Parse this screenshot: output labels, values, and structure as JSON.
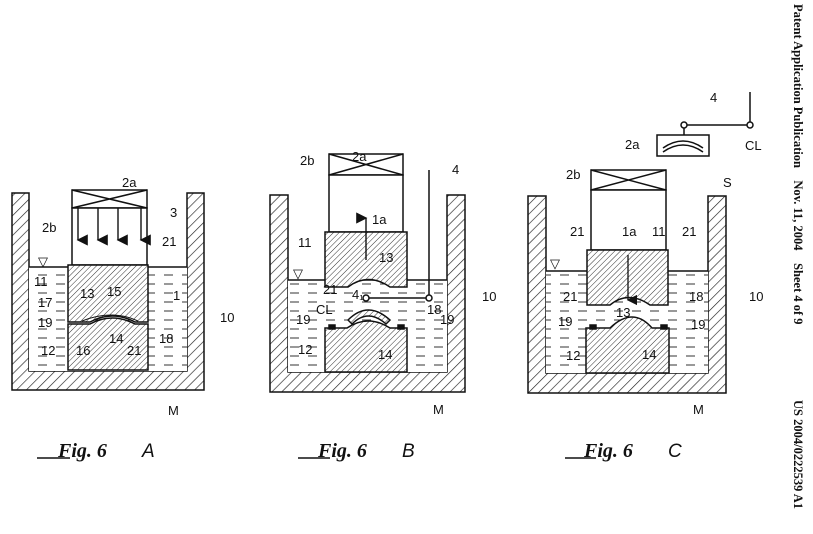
{
  "header": {
    "publication": "Patent Application Publication",
    "date": "Nov. 11, 2004",
    "sheet": "Sheet 4 of 9",
    "number": "US 2004/0222539 A1"
  },
  "figures": [
    {
      "caption_prefix": "Fig. 6",
      "caption_letter": "A",
      "labels": [
        "2a",
        "3",
        "2b",
        "21",
        "▽",
        "11",
        "13",
        "15",
        "1",
        "17",
        "10",
        "19",
        "14",
        "18",
        "12",
        "16",
        "21",
        "M"
      ]
    },
    {
      "caption_prefix": "Fig. 6",
      "caption_letter": "B",
      "labels": [
        "2a",
        "2b",
        "4",
        "1a",
        "11",
        "13",
        "▽",
        "21",
        "4₁",
        "CL",
        "18",
        "19",
        "19",
        "10",
        "12",
        "14",
        "M"
      ]
    },
    {
      "caption_prefix": "Fig. 6",
      "caption_letter": "C",
      "labels": [
        "4",
        "CL",
        "S",
        "2a",
        "2b",
        "21",
        "1a",
        "11",
        "21",
        "▽",
        "21",
        "13",
        "18",
        "10",
        "19",
        "19",
        "12",
        "14",
        "M"
      ]
    }
  ]
}
